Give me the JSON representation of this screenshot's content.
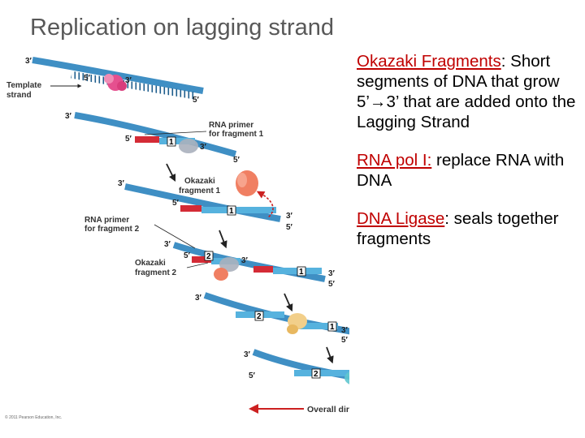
{
  "title": "Replication on lagging strand",
  "copyright": "© 2011 Pearson Education, Inc.",
  "notes": [
    {
      "term": "Okazaki Fragments",
      "rest_line1": ":",
      "rest_line2": "Short segments of DNA that grow 5’",
      "arrow": "→",
      "rest_line3": "3’ that are added onto the Lagging Strand"
    },
    {
      "term": "RNA pol I:",
      "rest": " replace RNA with DNA"
    },
    {
      "term": "DNA Ligase",
      "rest": ": seals together fragments"
    }
  ],
  "diagram": {
    "labels": {
      "template_strand_1": "Template",
      "template_strand_2": "strand",
      "rna_primer_frag1_1": "RNA primer",
      "rna_primer_frag1_2": "for fragment 1",
      "okazaki_frag1_1": "Okazaki",
      "okazaki_frag1_2": "fragment 1",
      "rna_primer_frag2_1": "RNA primer",
      "rna_primer_frag2_2": "for fragment 2",
      "okazaki_frag2_1": "Okazaki",
      "okazaki_frag2_2": "fragment 2",
      "overall_direction": "Overall direction of replication"
    },
    "ends": {
      "three_prime": "3′",
      "five_prime": "5′"
    },
    "fragment_numbers": [
      "1",
      "2"
    ],
    "colors": {
      "template": "#3f8fc4",
      "template_dark": "#1f5f8f",
      "primer": "#d42b36",
      "new_dna": "#56b2de",
      "primase": "#e5508f",
      "pol3": "#aab0bd",
      "pol1": "#f07f62",
      "ligase": "#f2cf8a",
      "arrow": "#cc2020"
    }
  }
}
